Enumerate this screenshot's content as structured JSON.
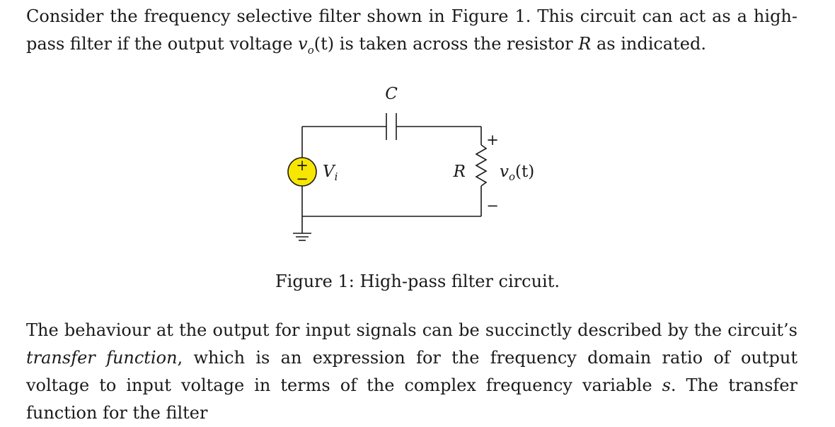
{
  "paragraph1": {
    "part1": "Consider the frequency selective filter shown in Figure 1. This circuit can act as a high-pass filter if the output voltage ",
    "vo_var": "v",
    "vo_sub": "o",
    "vo_arg": "(t)",
    "part2": " is taken across the resistor ",
    "r_var": "R",
    "part3": " as indicated."
  },
  "figure": {
    "capacitor_label": "C",
    "resistor_label": "R",
    "source_label_var": "V",
    "source_label_sub": "i",
    "source_plus": "+",
    "source_minus": "−",
    "output_plus": "+",
    "output_minus": "−",
    "output_label_var": "v",
    "output_label_sub": "o",
    "output_label_arg": "(t)",
    "source_fill_color": "#f7e600",
    "wire_color": "#1a1a1a"
  },
  "caption": "Figure 1: High-pass filter circuit.",
  "paragraph2": {
    "part1": "The behaviour at the output for input signals can be succinctly described by the circuit’s ",
    "italic": "transfer function",
    "part2": ", which is an expression for the frequency domain ratio of output voltage to input voltage in terms of the complex frequency variable ",
    "s_var": "s",
    "part3": ". The transfer function for the filter"
  }
}
